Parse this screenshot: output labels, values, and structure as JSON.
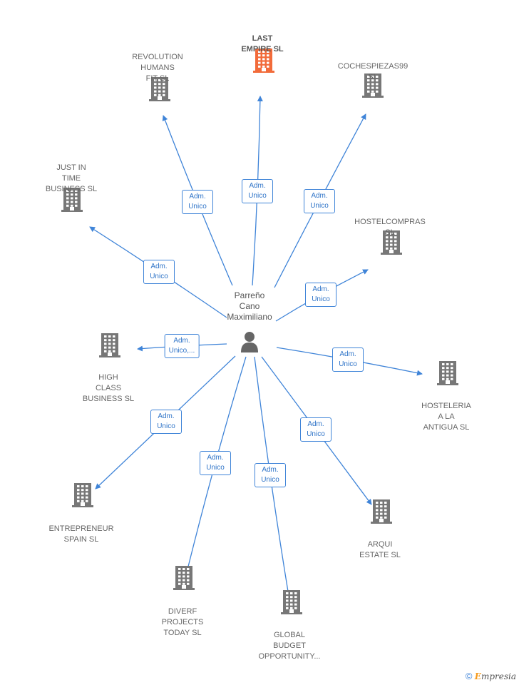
{
  "center": {
    "label": "Parreño\nCano\nMaximiliano",
    "icon": "person-icon"
  },
  "colors": {
    "edge": "#3f84d8",
    "building": "#777777",
    "highlight": "#f26b3a"
  },
  "icons": {
    "company": "building-icon",
    "person": "person-icon"
  },
  "nodes": [
    {
      "id": "last-empire",
      "label": "LAST\nEMPIRE  SL",
      "highlight": true,
      "edge_label": "Adm.\nUnico"
    },
    {
      "id": "revolution-humans",
      "label": "REVOLUTION\nHUMANS\nFIT  SL",
      "highlight": false,
      "edge_label": "Adm.\nUnico"
    },
    {
      "id": "cochespiezas99",
      "label": "COCHESPIEZAS99\nSL",
      "highlight": false,
      "edge_label": "Adm.\nUnico"
    },
    {
      "id": "just-in-time",
      "label": "JUST IN\nTIME\nBUSINESS  SL",
      "highlight": false,
      "edge_label": "Adm.\nUnico"
    },
    {
      "id": "hostelcompras",
      "label": "HOSTELCOMPRAS\nSL",
      "highlight": false,
      "edge_label": "Adm.\nUnico"
    },
    {
      "id": "high-class",
      "label": "HIGH\nCLASS\nBUSINESS  SL",
      "highlight": false,
      "edge_label": "Adm.\nUnico,..."
    },
    {
      "id": "hosteleria",
      "label": "HOSTELERIA\nA LA\nANTIGUA  SL",
      "highlight": false,
      "edge_label": "Adm.\nUnico"
    },
    {
      "id": "entrepreneur",
      "label": "ENTREPRENEUR\nSPAIN  SL",
      "highlight": false,
      "edge_label": "Adm.\nUnico"
    },
    {
      "id": "arqui-estate",
      "label": "ARQUI\nESTATE  SL",
      "highlight": false,
      "edge_label": "Adm.\nUnico"
    },
    {
      "id": "diverf",
      "label": "DIVERF\nPROJECTS\nTODAY  SL",
      "highlight": false,
      "edge_label": "Adm.\nUnico"
    },
    {
      "id": "global-budget",
      "label": "GLOBAL\nBUDGET\nOPPORTUNITY...",
      "highlight": false,
      "edge_label": "Adm.\nUnico"
    }
  ],
  "footer": {
    "copyright": "©",
    "brand_first": "E",
    "brand_rest": "mpresia"
  }
}
